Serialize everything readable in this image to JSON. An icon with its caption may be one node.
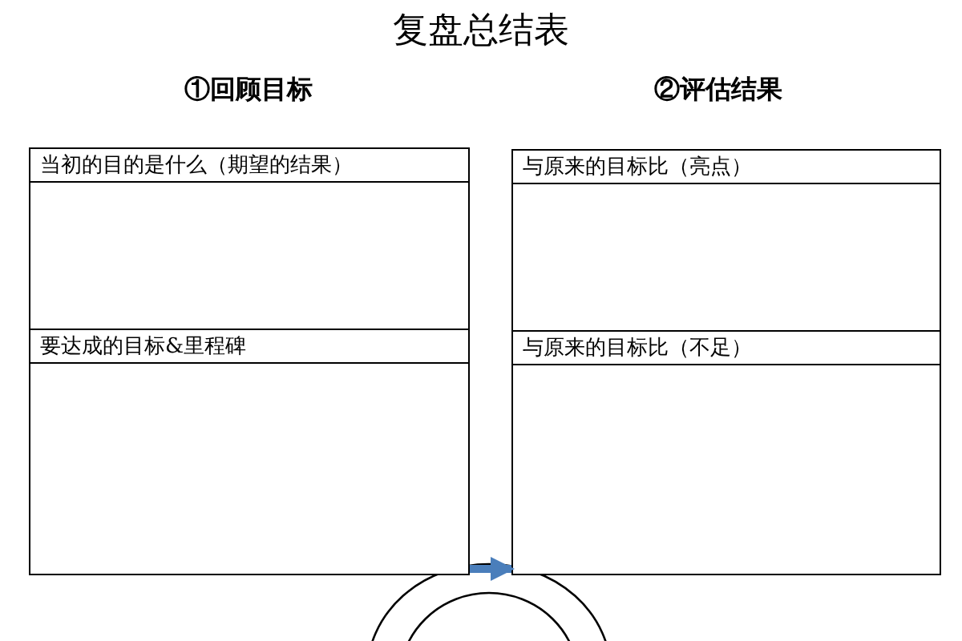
{
  "diagram": {
    "title": "复盘总结表",
    "nodes": [
      {
        "text": [
          "当初的目的是什么（期望的结果）"
        ]
      },
      {
        "text": [
          "要达成的目标&里程碑"
        ]
      },
      {
        "text": [
          "与原来的目标比（亮点）"
        ]
      },
      {
        "text": [
          "与原来的目标比（不足）"
        ]
      }
    ],
    "edges": [
      {
        "from": 1,
        "to": 3,
        "arrow": "to"
      }
    ],
    "labels": [
      "①回顾目标",
      "②评估结果"
    ]
  }
}
